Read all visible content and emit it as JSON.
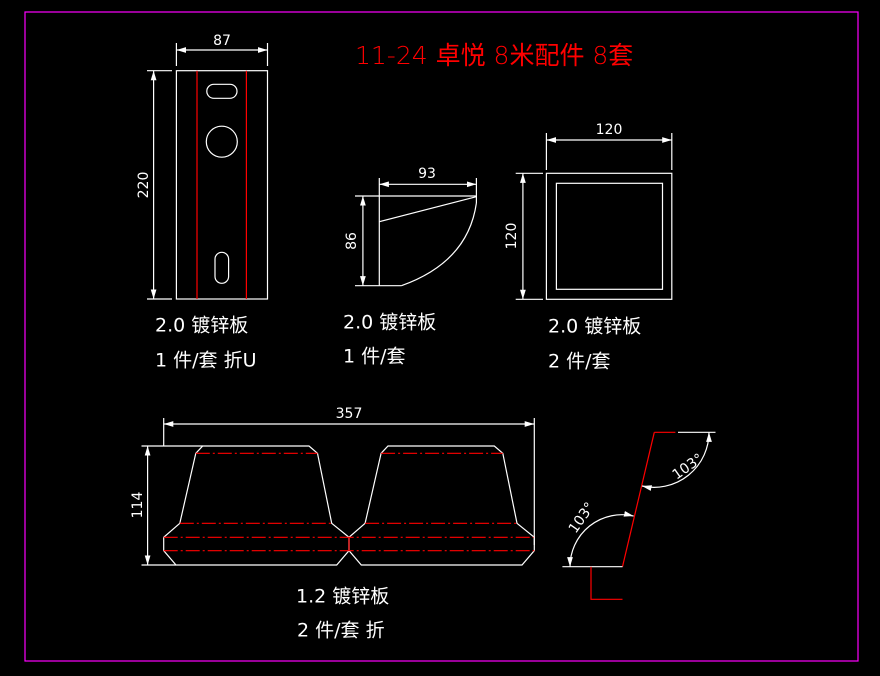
{
  "title": "11-24 卓悦 8米配件 8套",
  "colors": {
    "background": "#000000",
    "frame": "#ff00ff",
    "line": "#ffffff",
    "bend_line": "#ff0000"
  },
  "parts": [
    {
      "dims": {
        "width": "87",
        "height": "220"
      },
      "material": "2.0 镀锌板",
      "qty": "1 件/套 折U"
    },
    {
      "dims": {
        "width": "93",
        "height": "86"
      },
      "material": "2.0 镀锌板",
      "qty": "1 件/套"
    },
    {
      "dims": {
        "width": "120",
        "height": "120"
      },
      "material": "2.0 镀锌板",
      "qty": "2 件/套"
    },
    {
      "dims": {
        "width": "357",
        "height": "114"
      },
      "material": "1.2 镀锌板",
      "qty": "2 件/套 折"
    }
  ],
  "angle_detail": {
    "angle_top": "103°",
    "angle_bottom": "103°"
  }
}
